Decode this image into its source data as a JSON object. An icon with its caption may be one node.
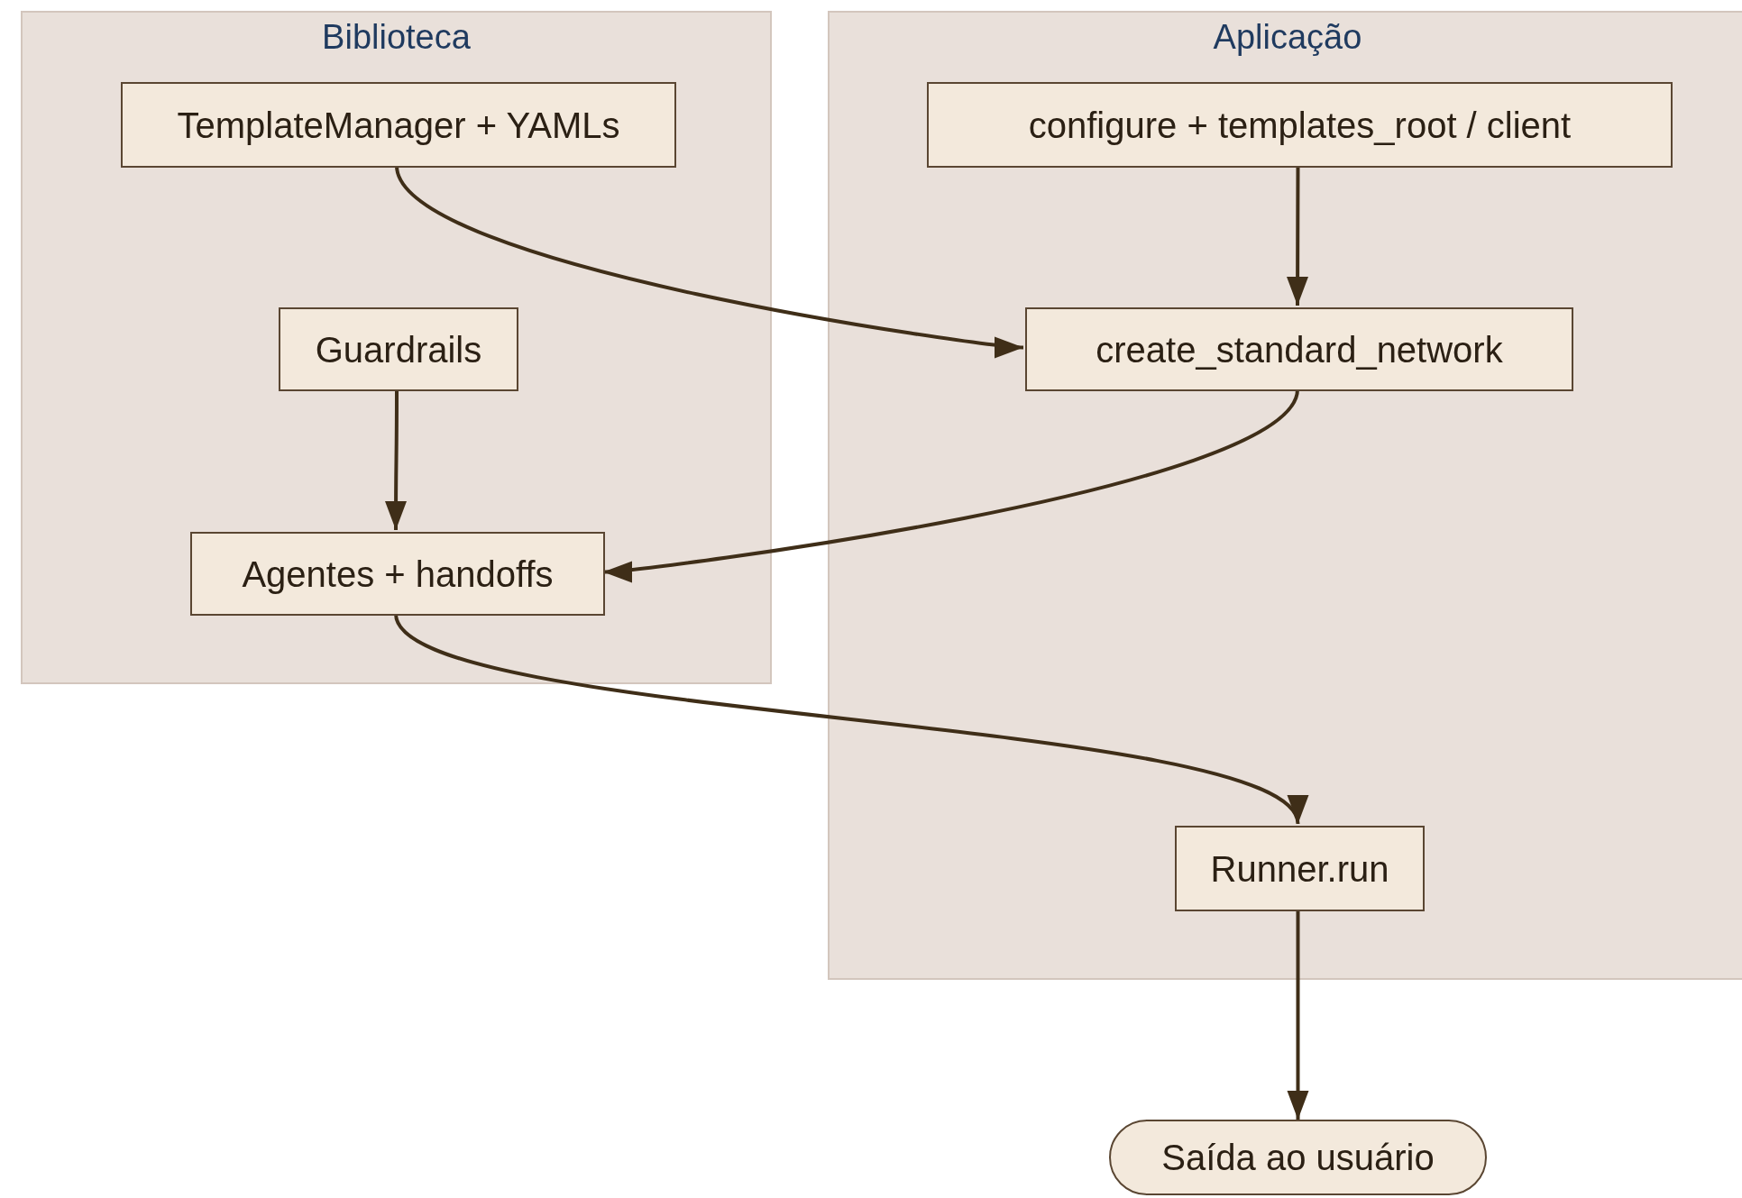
{
  "diagram": {
    "nodes": [
      {
        "text": [
          "Biblioteca"
        ]
      },
      {
        "text": [
          "Aplicação"
        ]
      },
      {
        "text": [
          "TemplateManager + YAMLs"
        ],
        "in": 0
      },
      {
        "text": [
          "Guardrails"
        ],
        "in": 0
      },
      {
        "text": [
          "Agentes + handoffs"
        ],
        "in": 0
      },
      {
        "text": [
          "configure + templates_root / client"
        ],
        "in": 1
      },
      {
        "text": [
          "create_standard_network"
        ],
        "in": 1
      },
      {
        "text": [
          "Runner.run"
        ],
        "in": 1
      },
      {
        "text": [
          "Saída ao usuário"
        ]
      }
    ],
    "edges": [
      {
        "from": 2,
        "to": 6,
        "arrow": "to"
      },
      {
        "from": 5,
        "to": 6,
        "arrow": "to"
      },
      {
        "from": 3,
        "to": 4,
        "arrow": "to"
      },
      {
        "from": 6,
        "to": 4,
        "arrow": "to"
      },
      {
        "from": 4,
        "to": 7,
        "arrow": "to"
      },
      {
        "from": 7,
        "to": 8,
        "arrow": "to"
      }
    ]
  }
}
